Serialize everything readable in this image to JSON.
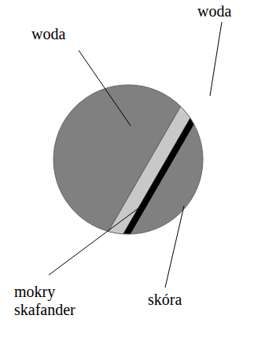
{
  "diagram": {
    "labels": [
      "woda",
      "woda",
      "mokry skafander",
      "skóra"
    ]
  }
}
